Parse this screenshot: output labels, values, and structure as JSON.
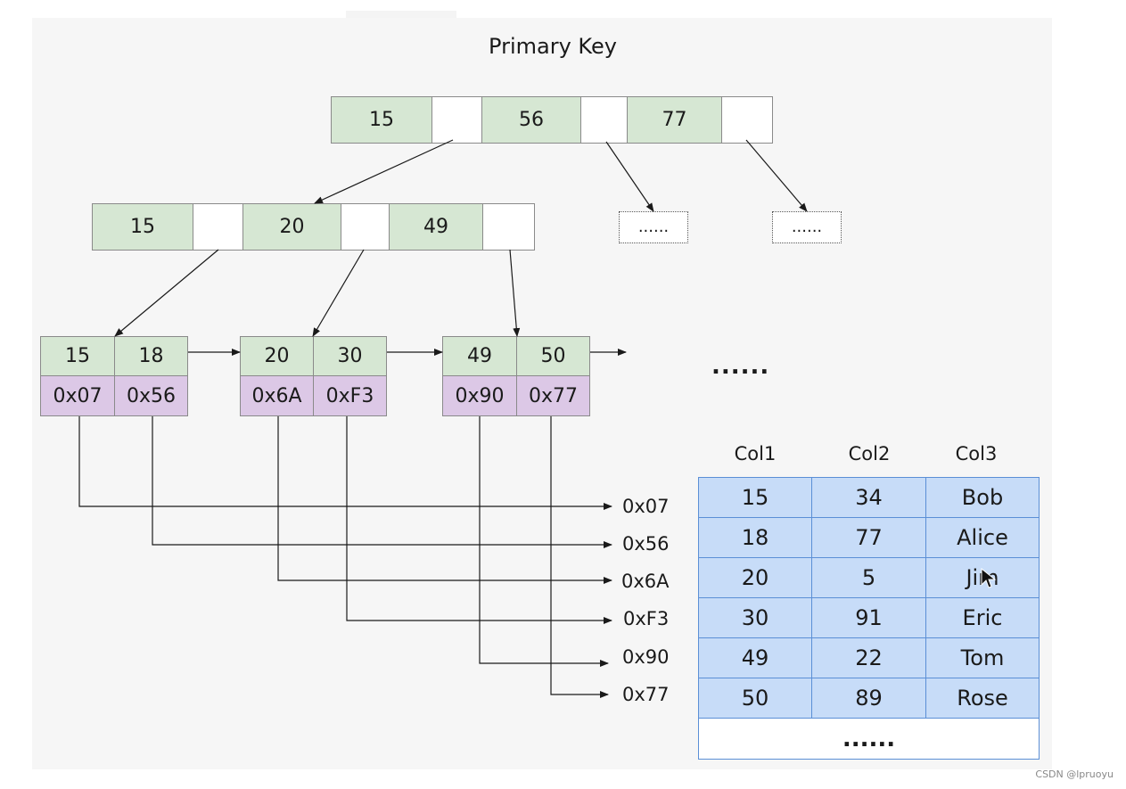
{
  "title": "Primary Key",
  "root_node": {
    "keys": [
      "15",
      "56",
      "77"
    ]
  },
  "internal_node": {
    "keys": [
      "15",
      "20",
      "49"
    ]
  },
  "collapsed_nodes": [
    "......",
    "......"
  ],
  "leaf_nodes": [
    {
      "keys": [
        "15",
        "18"
      ],
      "addresses": [
        "0x07",
        "0x56"
      ]
    },
    {
      "keys": [
        "20",
        "30"
      ],
      "addresses": [
        "0x6A",
        "0xF3"
      ]
    },
    {
      "keys": [
        "49",
        "50"
      ],
      "addresses": [
        "0x90",
        "0x77"
      ]
    }
  ],
  "more_leaves": "......",
  "address_labels": [
    "0x07",
    "0x56",
    "0x6A",
    "0xF3",
    "0x90",
    "0x77"
  ],
  "table": {
    "columns": [
      "Col1",
      "Col2",
      "Col3"
    ],
    "rows": [
      [
        "15",
        "34",
        "Bob"
      ],
      [
        "18",
        "77",
        "Alice"
      ],
      [
        "20",
        "5",
        "Jim"
      ],
      [
        "30",
        "91",
        "Eric"
      ],
      [
        "49",
        "22",
        "Tom"
      ],
      [
        "50",
        "89",
        "Rose"
      ]
    ],
    "footer": "......"
  },
  "watermark": "CSDN @lpruoyu",
  "colors": {
    "key_fill": "#d6e7d3",
    "address_fill": "#dcc8e6",
    "table_fill": "#c7dcf8",
    "table_border": "#5b8fd6"
  }
}
